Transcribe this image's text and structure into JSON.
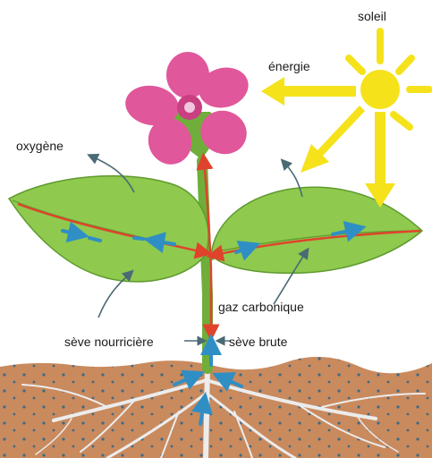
{
  "labels": {
    "sun": "soleil",
    "energy": "énergie",
    "oxygen": "oxygène",
    "carbon_dioxide": "gaz carbonique",
    "elaborated_sap": "sève nourricière",
    "raw_sap": "sève brute"
  },
  "colors": {
    "sun": "#f5e21b",
    "leaf": "#8fc94e",
    "leaf_dark": "#5e9a2e",
    "petal": "#e0579b",
    "soil": "#c98a5e",
    "elaborated_sap_arrow": "#e0432c",
    "raw_sap_arrow": "#2f8fc4",
    "gas_arrow": "#4a6a74",
    "root": "#eaeaea"
  },
  "icons": [
    "sun-icon",
    "flower-icon",
    "leaf-icon",
    "root-icon"
  ]
}
